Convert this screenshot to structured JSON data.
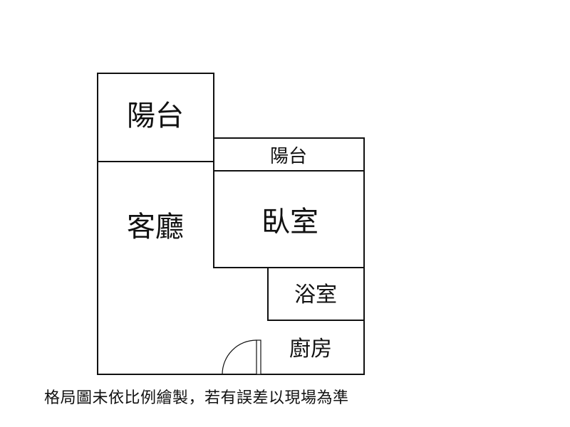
{
  "rooms": {
    "balcony_large": "陽台",
    "balcony_small": "陽台",
    "living_room": "客廳",
    "bedroom": "臥室",
    "bathroom": "浴室",
    "kitchen": "廚房"
  },
  "disclaimer": "格局圖未依比例繪製，若有誤差以現場為準",
  "colors": {
    "line": "#111111",
    "background": "#ffffff"
  }
}
